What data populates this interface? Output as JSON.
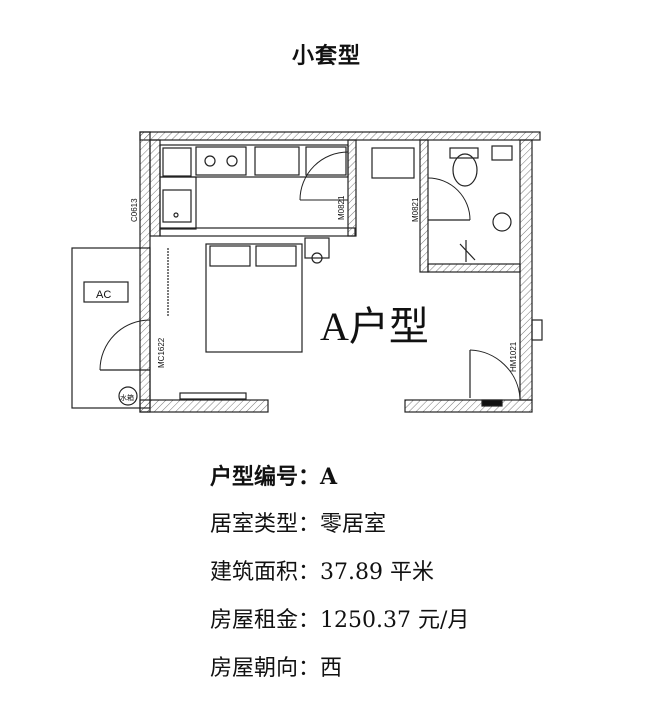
{
  "title": "小套型",
  "floorplan": {
    "unit_label": "A户型",
    "door_labels": {
      "kitchen_window": "C0613",
      "kitchen_door": "M0821",
      "bath_door": "M0821",
      "balcony_door": "MC1622",
      "entry_door": "HM1021"
    },
    "ac_label": "AC",
    "drain_label": "水箱"
  },
  "info": {
    "rows": [
      {
        "label": "户型编号",
        "sep": "：",
        "value": "A",
        "bold": true
      },
      {
        "label": "居室类型",
        "sep": "：",
        "value": "零居室",
        "bold": false
      },
      {
        "label": "建筑面积",
        "sep": "：",
        "value": "37.89 平米",
        "bold": false
      },
      {
        "label": "房屋租金",
        "sep": "：",
        "value": "1250.37 元/月",
        "bold": false
      },
      {
        "label": "房屋朝向",
        "sep": "：",
        "value": "西",
        "bold": false
      }
    ]
  }
}
